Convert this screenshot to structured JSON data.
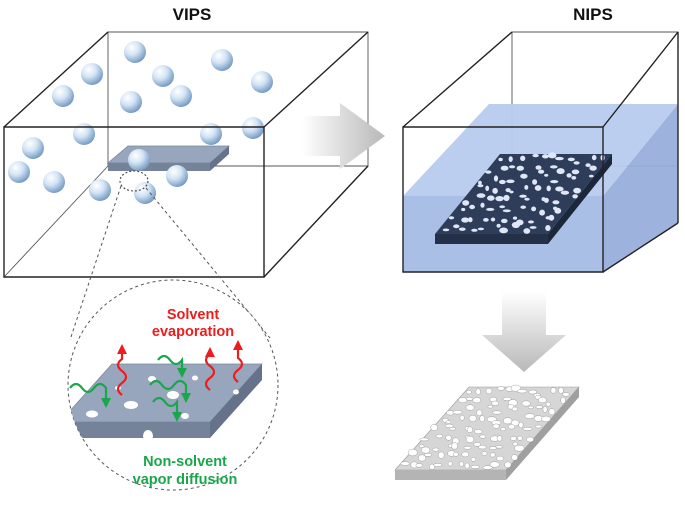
{
  "titles": {
    "vips": "VIPS",
    "nips": "NIPS"
  },
  "labels": {
    "solvent_line1": "Solvent",
    "solvent_line2": "evaporation",
    "nonsolvent_line1": "Non-solvent",
    "nonsolvent_line2": "vapor diffusion"
  },
  "colors": {
    "solvent_arrow": "#ee1c1c",
    "nonsolvent_arrow": "#1aa64a",
    "film": "#8e9cb3",
    "bath": "#a9bfe6",
    "process_arrow": "#c8c8c8"
  }
}
